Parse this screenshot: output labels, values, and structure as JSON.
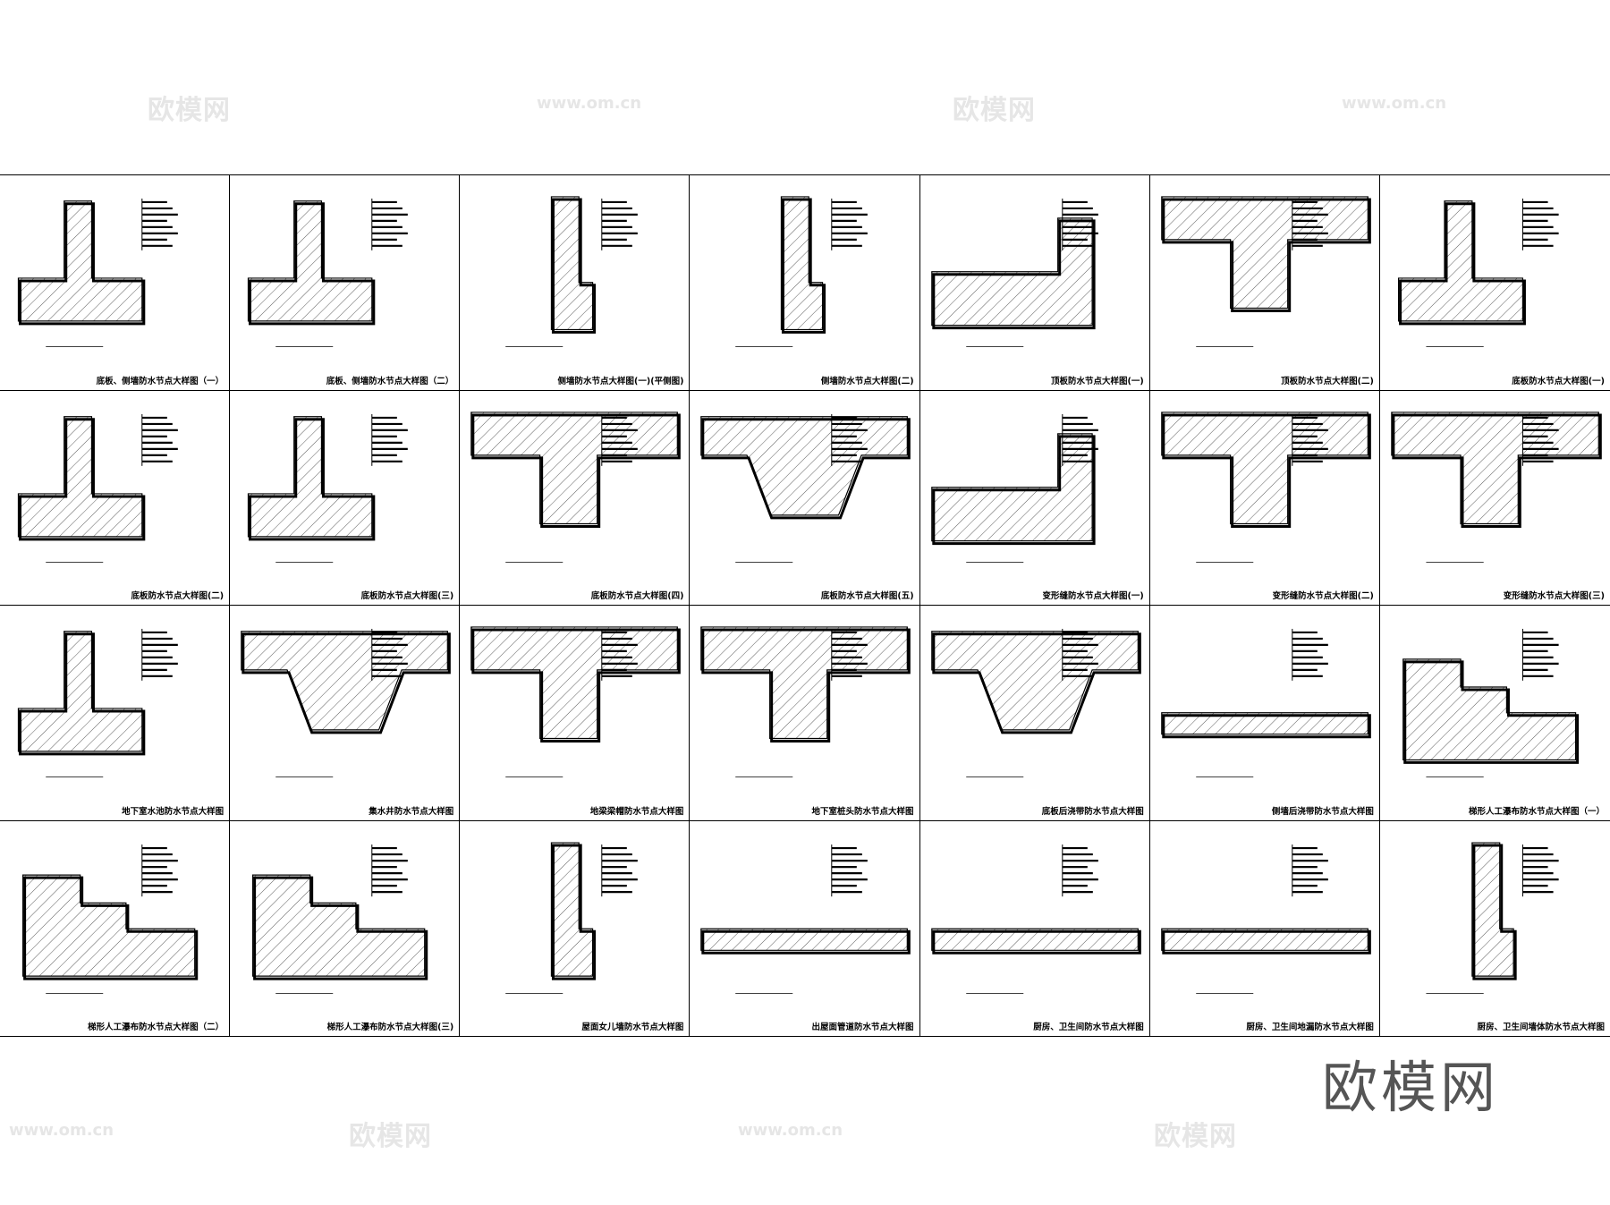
{
  "watermark": {
    "brand": "欧模网",
    "url": "www.om.cn"
  },
  "logo_text": "欧模网",
  "details": [
    "底板、侧墙防水节点大样图（一）",
    "底板、侧墙防水节点大样图（二）",
    "侧墙防水节点大样图(一)(平侧图)",
    "侧墙防水节点大样图(二)",
    "顶板防水节点大样图(一)",
    "顶板防水节点大样图(二)",
    "底板防水节点大样图(一)",
    "底板防水节点大样图(二)",
    "底板防水节点大样图(三)",
    "底板防水节点大样图(四)",
    "底板防水节点大样图(五)",
    "变形缝防水节点大样图(一)",
    "变形缝防水节点大样图(二)",
    "变形缝防水节点大样图(三)",
    "地下室水池防水节点大样图",
    "集水井防水节点大样图",
    "地梁梁帽防水节点大样图",
    "地下室桩头防水节点大样图",
    "底板后浇带防水节点大样图",
    "侧墙后浇带防水节点大样图",
    "梯形人工瀑布防水节点大样图（一）",
    "梯形人工瀑布防水节点大样图（二）",
    "梯形人工瀑布防水节点大样图(三)",
    "屋面女儿墙防水节点大样图",
    "出屋面管道防水节点大样图",
    "厨房、卫生间防水节点大样图",
    "厨房、卫生间地漏防水节点大样图",
    "厨房、卫生间墙体防水节点大样图"
  ]
}
